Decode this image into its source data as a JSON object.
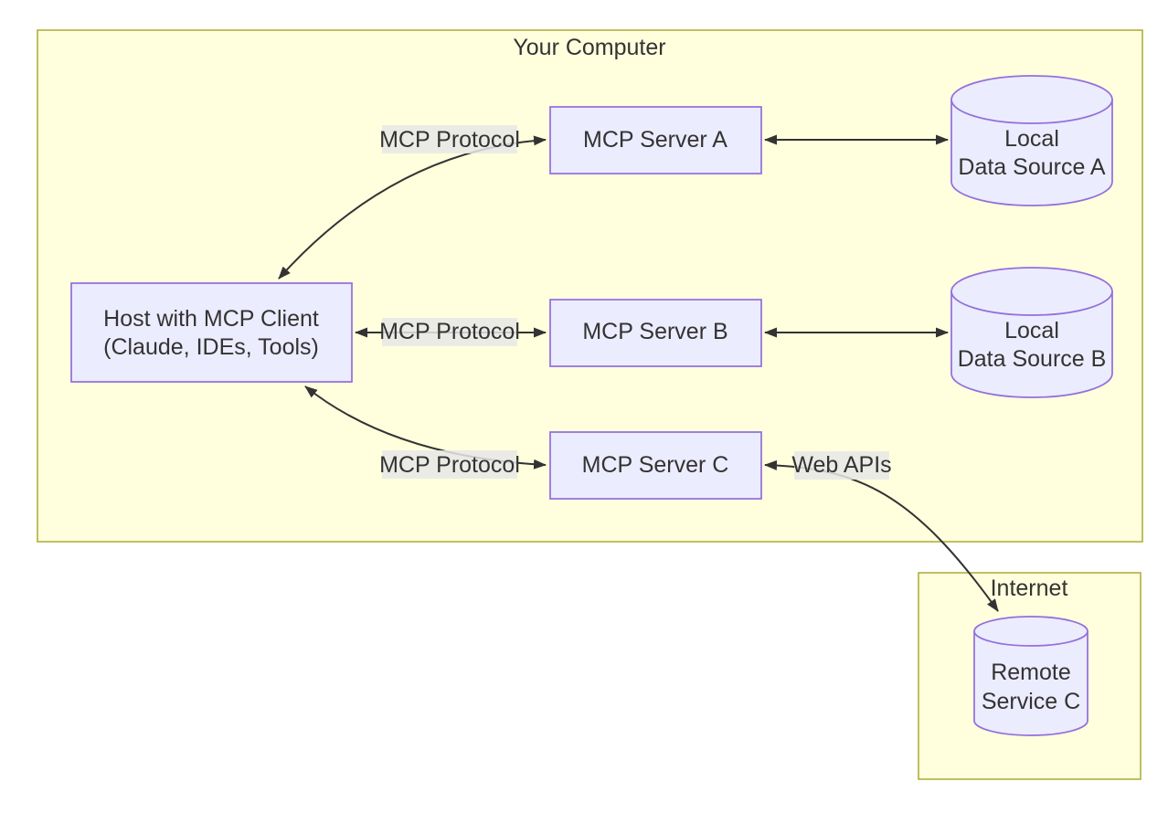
{
  "diagram": {
    "clusters": {
      "your_computer": {
        "label": "Your Computer"
      },
      "internet": {
        "label": "Internet"
      }
    },
    "nodes": {
      "host": {
        "line1": "Host with MCP Client",
        "line2": "(Claude, IDEs, Tools)"
      },
      "server_a": {
        "label": "MCP Server A"
      },
      "server_b": {
        "label": "MCP Server B"
      },
      "server_c": {
        "label": "MCP Server C"
      },
      "data_source_a": {
        "line1": "Local",
        "line2": "Data Source A"
      },
      "data_source_b": {
        "line1": "Local",
        "line2": "Data Source B"
      },
      "remote_service_c": {
        "line1": "Remote",
        "line2": "Service C"
      }
    },
    "edge_labels": {
      "host_server_a": "MCP Protocol",
      "host_server_b": "MCP Protocol",
      "host_server_c": "MCP Protocol",
      "server_c_remote": "Web APIs"
    },
    "colors": {
      "cluster_fill": "#ffffde",
      "cluster_border": "#aaaa33",
      "node_fill": "#ECECFF",
      "node_border": "#9370DB",
      "edge_color": "#333333",
      "edge_label_bg": "#e8e8e8",
      "text_color": "#333333",
      "page_background": "#ffffff"
    }
  }
}
